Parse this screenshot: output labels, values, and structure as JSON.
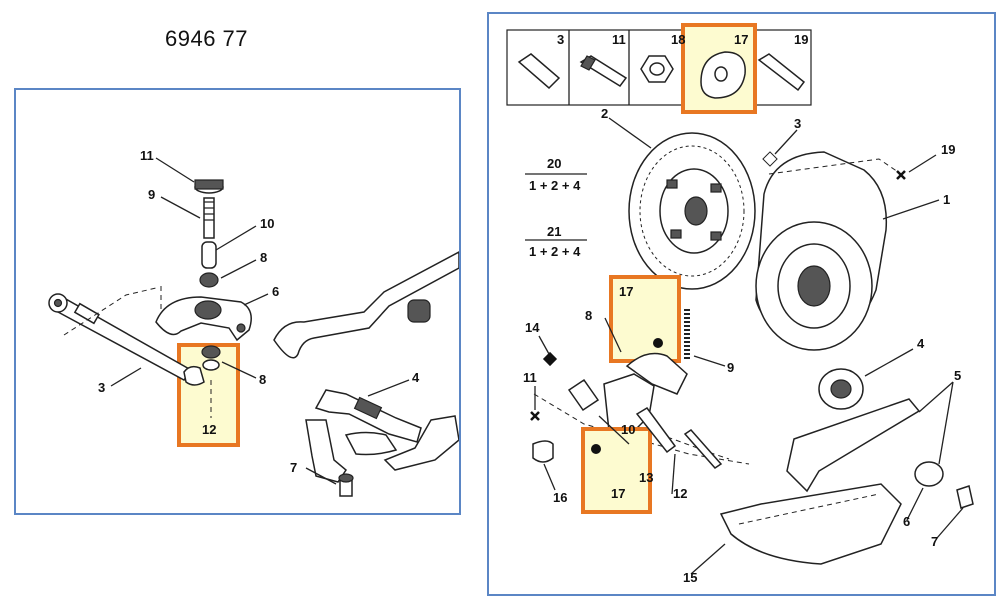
{
  "reference": "6946 77",
  "colors": {
    "panel_border": "#5b86c5",
    "highlight_border": "#e87722",
    "highlight_fill": "#fdfbd0"
  },
  "left_panel": {
    "labels": {
      "p11": "11",
      "p9": "9",
      "p10": "10",
      "p8a": "8",
      "p6": "6",
      "p3": "3",
      "p8b": "8",
      "p4": "4",
      "p7": "7",
      "p12": "12"
    }
  },
  "right_panel": {
    "header_cells": [
      "3",
      "11",
      "18",
      "17",
      "19"
    ],
    "fraction_20": {
      "num": "20",
      "den": "1 + 2 + 4"
    },
    "fraction_21": {
      "num": "21",
      "den": "1 + 2 + 4"
    },
    "labels": {
      "p2": "2",
      "p3": "3",
      "p19": "19",
      "p1": "1",
      "p17a": "17",
      "p8": "8",
      "p14": "14",
      "p9": "9",
      "p4": "4",
      "p11": "11",
      "p5": "5",
      "p10": "10",
      "p17b": "17",
      "p13": "13",
      "p16": "16",
      "p12": "12",
      "p6": "6",
      "p7": "7",
      "p15": "15"
    }
  }
}
